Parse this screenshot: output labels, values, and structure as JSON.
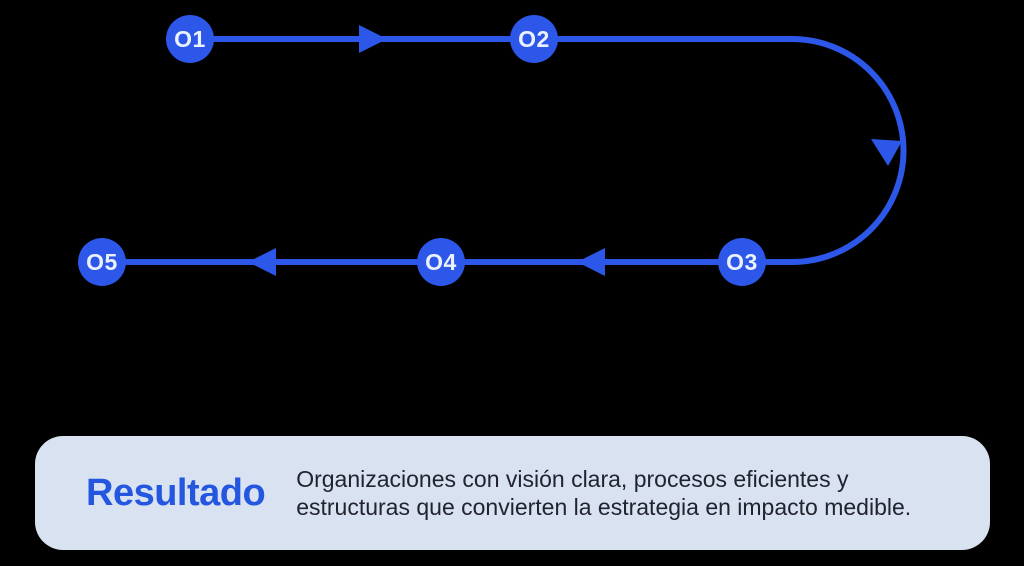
{
  "colors": {
    "background": "#000000",
    "accent": "#2C57E8",
    "node_label": "#EAF1FF",
    "card_bg": "#D8E2F1",
    "title_color": "#2456E0",
    "body_color": "#21242E"
  },
  "diagram": {
    "nodes": [
      {
        "id": "step-1",
        "label": "O1"
      },
      {
        "id": "step-2",
        "label": "O2"
      },
      {
        "id": "step-3",
        "label": "O3"
      },
      {
        "id": "step-4",
        "label": "O4"
      },
      {
        "id": "step-5",
        "label": "O5"
      }
    ]
  },
  "result_card": {
    "title": "Resultado",
    "description": "Organizaciones con visión clara, procesos eficientes y estructuras que convierten la estrategia en impacto medible."
  }
}
